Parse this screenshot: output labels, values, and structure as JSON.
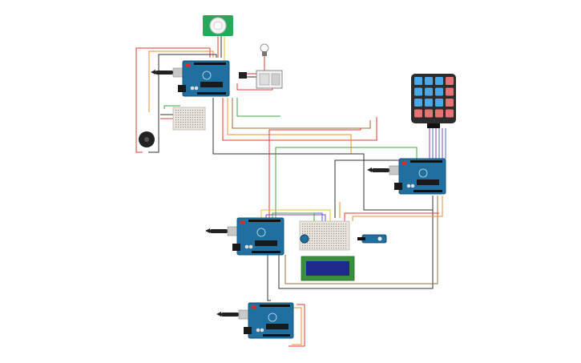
{
  "canvas": {
    "background": "#ffffff"
  },
  "colors": {
    "arduino_board": "#1f6fa0",
    "arduino_edge": "#17577e",
    "breadboard": "#e9e4dc",
    "wire_red": "#e53935",
    "wire_black": "#333333",
    "wire_green": "#43a047",
    "wire_orange": "#ef8c2b",
    "wire_yellow": "#e6c229",
    "wire_brown": "#9c6b3c",
    "wire_blue": "#3e6fd1",
    "wire_purple": "#8e44ad",
    "lcd_screen": "#1d2a8c",
    "lcd_frame": "#3a8f3a",
    "keypad_body": "#2c2c2c",
    "keypad_key_blue": "#4aa8e8",
    "keypad_key_red": "#e57373",
    "pir_board": "#27a85b",
    "usb_cable": "#222222"
  },
  "components": [
    {
      "id": "arduino-top",
      "kind": "arduino-uno"
    },
    {
      "id": "arduino-right",
      "kind": "arduino-uno"
    },
    {
      "id": "arduino-middle",
      "kind": "arduino-uno"
    },
    {
      "id": "arduino-bottom",
      "kind": "arduino-uno"
    },
    {
      "id": "pir-sensor",
      "kind": "pir-motion-sensor"
    },
    {
      "id": "keypad-4x4",
      "kind": "membrane-keypad"
    },
    {
      "id": "lcd-16x2",
      "kind": "lcd-display"
    },
    {
      "id": "breadboard-small",
      "kind": "breadboard"
    },
    {
      "id": "breadboard-main",
      "kind": "breadboard"
    },
    {
      "id": "piezo-buzzer",
      "kind": "buzzer"
    },
    {
      "id": "potentiometer",
      "kind": "potentiometer"
    },
    {
      "id": "servo-motor",
      "kind": "servo"
    },
    {
      "id": "relay-module",
      "kind": "relay"
    },
    {
      "id": "light-bulb",
      "kind": "bulb"
    }
  ]
}
